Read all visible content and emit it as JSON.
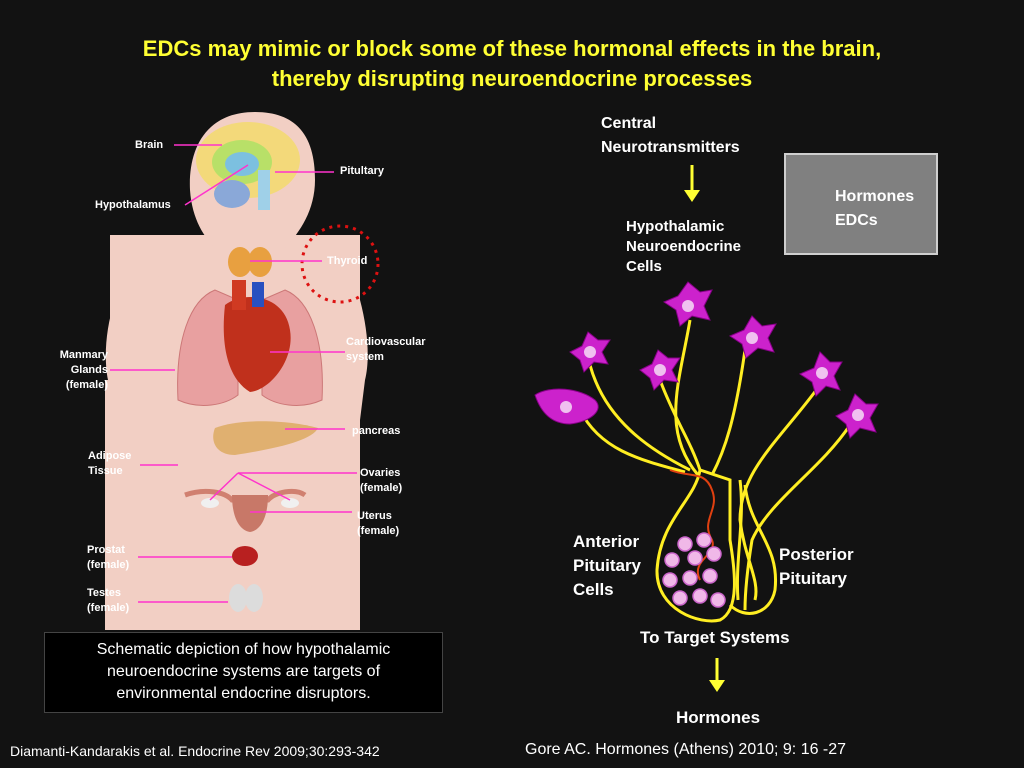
{
  "title": {
    "line1": "EDCs may mimic or block some of these hormonal effects in the brain,",
    "line2": "thereby disrupting neuroendocrine processes"
  },
  "body_labels": {
    "brain": "Brain",
    "pituitary": "Pitultary",
    "hypothalamus": "Hypothalamus",
    "thyroid": "Thyroid",
    "cardio_line1": "Cardiovascular",
    "cardio_line2": "system",
    "mammary_line1": "Manmary",
    "mammary_line2": "Glands",
    "mammary_line3": "(female)",
    "pancreas": "pancreas",
    "adipose_line1": "Adipose",
    "adipose_line2": "Tissue",
    "ovaries_line1": "Ovaries",
    "ovaries_line2": "(female)",
    "uterus_line1": "Uterus",
    "uterus_line2": "(female)",
    "prostat_line1": "Prostat",
    "prostat_line2": "(female)",
    "testes_line1": "Testes",
    "testes_line2": "(female)"
  },
  "caption": {
    "line1": "Schematic depiction of how hypothalamic",
    "line2": "neuroendocrine systems are targets of",
    "line3": "environmental endocrine disruptors."
  },
  "citations": {
    "left": "Diamanti-Kandarakis et al. Endocrine Rev 2009;30:293-342",
    "right": "Gore AC. Hormones (Athens) 2010; 9: 16 -27"
  },
  "flow": {
    "central_line1": "Central",
    "central_line2": "Neurotransmitters",
    "hormones_edcs_line1": "Hormones",
    "hormones_edcs_line2": "EDCs",
    "hypothalamic_line1": "Hypothalamic",
    "hypothalamic_line2": "Neuroendocrine",
    "hypothalamic_line3": "Cells",
    "anterior_line1": "Anterior",
    "anterior_line2": "Pituitary",
    "anterior_line3": "Cells",
    "posterior_line1": "Posterior",
    "posterior_line2": "Pituitary",
    "to_target": "To Target Systems",
    "hormones": "Hormones"
  },
  "colors": {
    "title": "#ffff33",
    "arrow": "#ffff33",
    "axon": "#ffee22",
    "neuron": "#cc22cc",
    "leader": "#ff33cc",
    "thyroid_circle": "#dd1111",
    "skin": "#f2cfc4"
  }
}
